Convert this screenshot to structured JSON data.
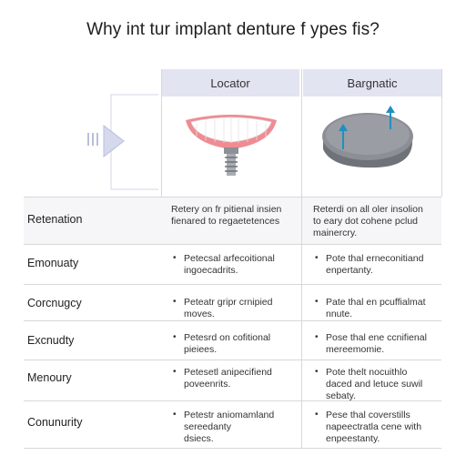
{
  "title": "Why int tur implant denture f ypes fis?",
  "columns": [
    "Locator",
    "Bargnatic"
  ],
  "rows": [
    {
      "label": "Retenation",
      "locator": [
        "Retery on fr pitienal insien",
        "fienared to regaetetences"
      ],
      "bar": [
        "Reterdi on all oler insolion",
        "to eary dot cohene pclud",
        "mainercry."
      ],
      "bullet": false
    },
    {
      "label": "Emonuaty",
      "locator": [
        "Petecsal arfecoitional",
        "ingoecadrits."
      ],
      "bar": [
        "Pote thal erneconitiand",
        "enpertanty."
      ],
      "bullet": true
    },
    {
      "label": "Corcnugcy",
      "locator": [
        "Peteatr gripr crnipied",
        "moves."
      ],
      "bar": [
        "Pate thal en pcuffialmat",
        "nnute."
      ],
      "bullet": true
    },
    {
      "label": "Excnudty",
      "locator": [
        "Petesrd on cofitional",
        "pieiees."
      ],
      "bar": [
        "Pose thal ene ccnifienal",
        "mereemomie."
      ],
      "bullet": true
    },
    {
      "label": "Menoury",
      "locator": [
        "Petesetl anipecifiend",
        "poveenrits."
      ],
      "bar": [
        "Pote thelt nocuithlo",
        "daced and letuce suwil",
        "sebaty."
      ],
      "bullet": true
    },
    {
      "label": "Conunurity",
      "locator": [
        "Petestr aniomamland",
        "sereedanty",
        "dsiecs."
      ],
      "bar": [
        "Pese thal coverstills",
        "napeectratla cene with",
        "enpeestanty."
      ],
      "bullet": true
    }
  ],
  "colors": {
    "header_bg": "#e2e4f1",
    "arrow_fill": "#d5d9ee",
    "gum": "#ef8c93",
    "disk": "#8c8f96",
    "arrow_blue": "#1f8fc2"
  },
  "icons": [
    "arrow-indicator-icon",
    "denture-icon",
    "disk-magnet-icon",
    "up-arrow-icon"
  ]
}
